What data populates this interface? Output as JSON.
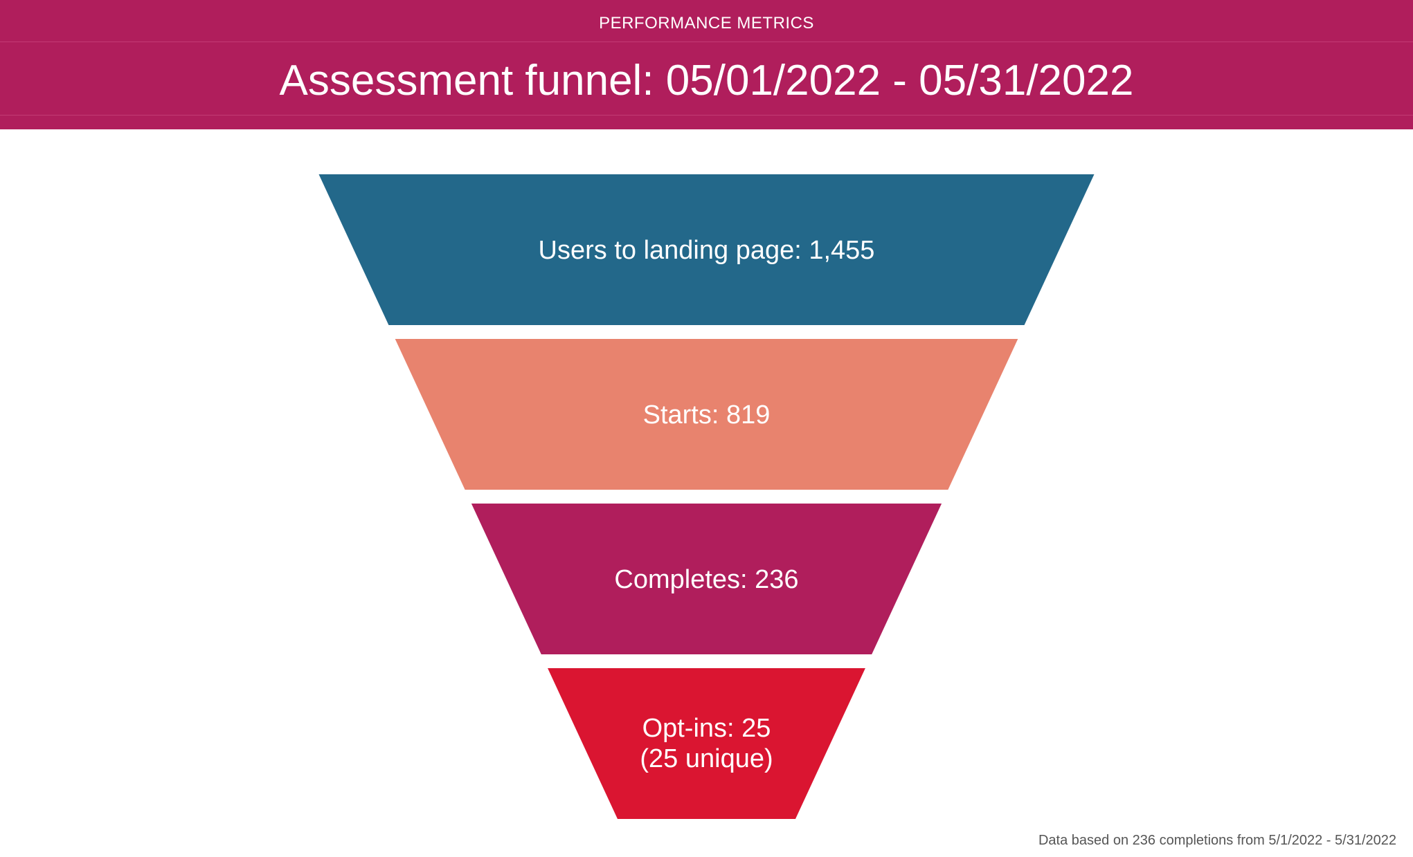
{
  "header": {
    "subtitle": "PERFORMANCE METRICS",
    "title": "Assessment funnel: 05/01/2022 - 05/31/2022"
  },
  "footnote": "Data based on 236 completions from 5/1/2022 - 5/31/2022",
  "colors": {
    "header_bg": "#b01e5c"
  },
  "chart_data": {
    "type": "funnel",
    "stages": [
      {
        "label": "Users to landing page: 1,455",
        "value": 1455,
        "color": "#23688a"
      },
      {
        "label": "Starts: 819",
        "value": 819,
        "color": "#e8836e"
      },
      {
        "label": "Completes: 236",
        "value": 236,
        "color": "#b01e5c"
      },
      {
        "label": "Opt-ins: 25",
        "sublabel": "(25 unique)",
        "value": 25,
        "unique": 25,
        "color": "#da1531"
      }
    ]
  }
}
